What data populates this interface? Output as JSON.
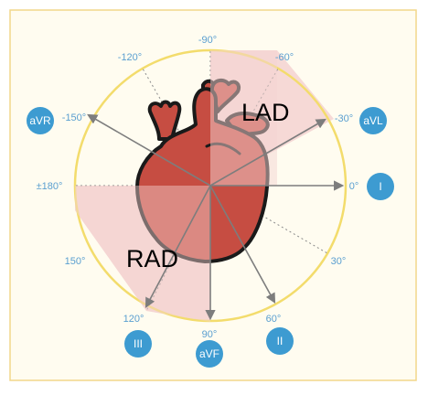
{
  "colors": {
    "card_bg": "#fffcf0",
    "card_border": "#f2d78a",
    "circle": "#f3dc6c",
    "shade": "#f6d9d6",
    "quadrant": "#e3b6b2",
    "axis": "#888888",
    "heart_fill": "#c64d42",
    "heart_outline": "#1a1a1a",
    "lead_badge": "#3d9bd1",
    "degree_text": "#5a9fd0"
  },
  "degrees": {
    "m90": "-90°",
    "m60": "-60°",
    "m120": "-120°",
    "m30": "-30°",
    "m150": "-150°",
    "p180": "±180°",
    "zero": "0°",
    "p150": "150°",
    "p30": "30°",
    "p120": "120°",
    "p90": "90°",
    "p60": "60°"
  },
  "leads": {
    "aVR": "aVR",
    "aVL": "aVL",
    "I": "I",
    "III": "III",
    "aVF": "aVF",
    "II": "II"
  },
  "regions": {
    "lad": "LAD",
    "rad": "RAD"
  }
}
